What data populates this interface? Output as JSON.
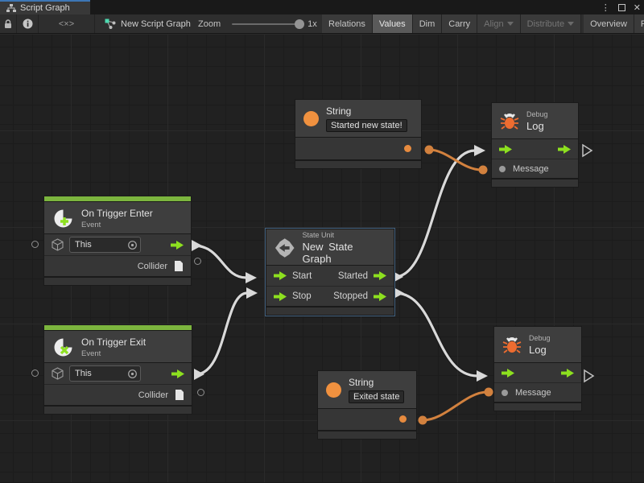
{
  "window": {
    "tab_label": "Script Graph",
    "controls": {
      "menu": "⋮",
      "close": "✕"
    }
  },
  "toolbar": {
    "code_glyph": "<×>",
    "graph_name": "New Script Graph",
    "zoom_label": "Zoom",
    "zoom_value": "1x",
    "buttons": [
      {
        "label": "Relations",
        "state": "normal"
      },
      {
        "label": "Values",
        "state": "active"
      },
      {
        "label": "Dim",
        "state": "normal"
      },
      {
        "label": "Carry",
        "state": "normal"
      },
      {
        "label": "Align",
        "state": "disabled",
        "dropdown": true
      },
      {
        "label": "Distribute",
        "state": "disabled",
        "dropdown": true
      },
      {
        "label": "Overview",
        "state": "normal"
      },
      {
        "label": "Full Scr",
        "state": "normal"
      }
    ]
  },
  "nodes": {
    "string_top": {
      "title": "String",
      "value": "Started new state!"
    },
    "debug_top": {
      "kind": "Debug",
      "title": "Log",
      "input_label": "Message"
    },
    "trigger_enter": {
      "title": "On Trigger Enter",
      "subtitle": "Event",
      "target_value": "This",
      "output_label": "Collider"
    },
    "state_unit": {
      "kind": "State Unit",
      "title": "New State Graph",
      "ports": {
        "start": "Start",
        "stop": "Stop",
        "started": "Started",
        "stopped": "Stopped"
      }
    },
    "trigger_exit": {
      "title": "On Trigger Exit",
      "subtitle": "Event",
      "target_value": "This",
      "output_label": "Collider"
    },
    "string_bottom": {
      "title": "String",
      "value": "Exited state"
    },
    "debug_bottom": {
      "kind": "Debug",
      "title": "Log",
      "input_label": "Message"
    }
  },
  "colors": {
    "accent_green": "#8DE01F",
    "header_green": "#7CB53E",
    "icon_orange": "#F0913F",
    "bug_orange": "#ED6C30",
    "wire_orange": "#D2813E",
    "wire_white": "#D9D9D9",
    "selection_blue": "#42617F",
    "tab_accent_blue": "#3D76B5",
    "canvas_bg": "#212121"
  }
}
